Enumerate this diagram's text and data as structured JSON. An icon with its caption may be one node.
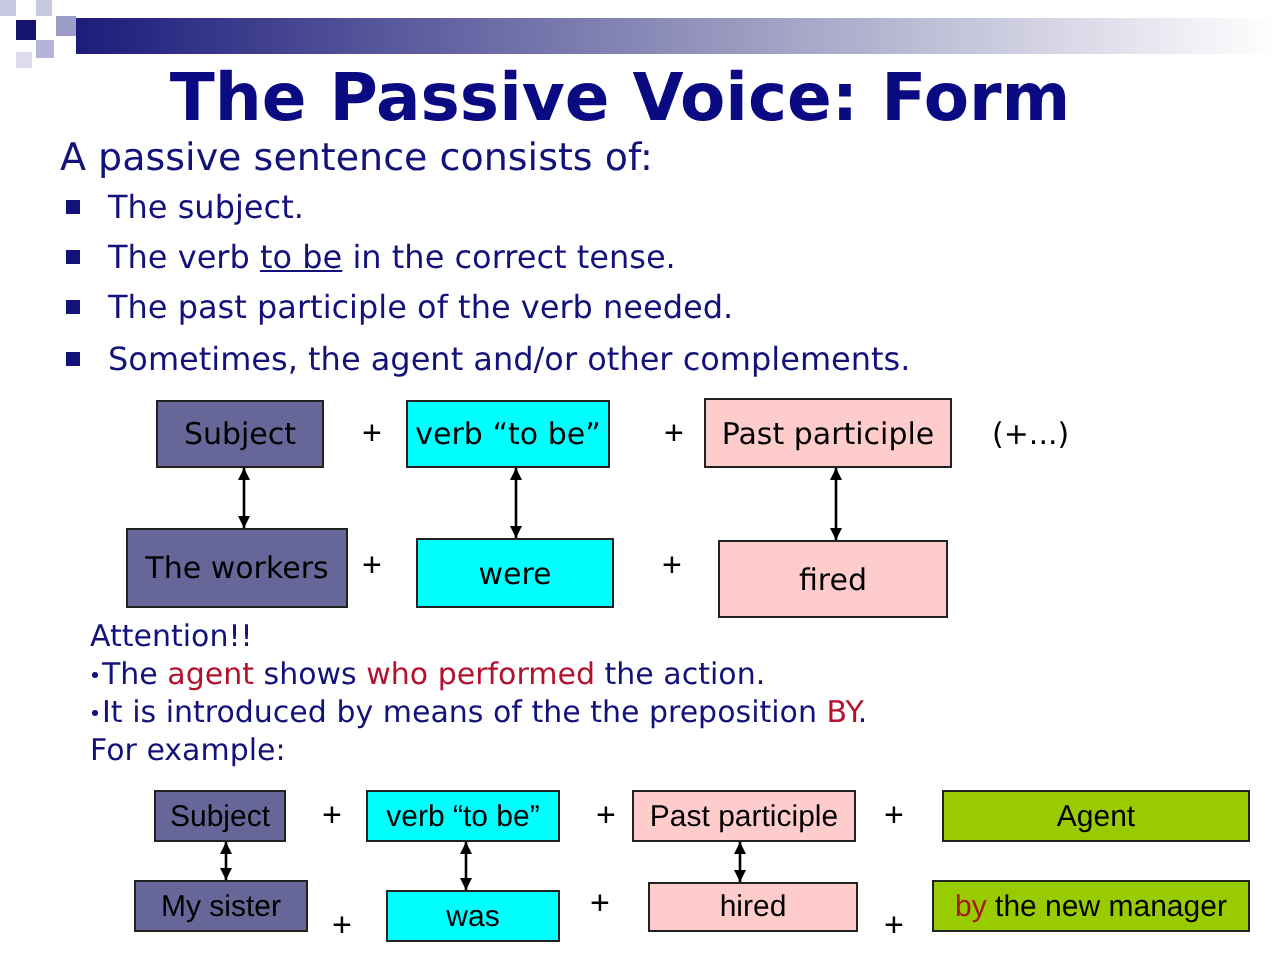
{
  "diagram": {
    "title": "The Passive Voice: Form",
    "nodes": [
      {
        "text": [
          "Subject"
        ]
      },
      {
        "text": [
          "verb “to be”"
        ]
      },
      {
        "text": [
          "Past participle"
        ]
      },
      {
        "text": [
          "The workers"
        ]
      },
      {
        "text": [
          "were"
        ]
      },
      {
        "text": [
          "fired"
        ]
      },
      {
        "text": [
          "Subject"
        ]
      },
      {
        "text": [
          "verb “to be”"
        ]
      },
      {
        "text": [
          "Past participle"
        ]
      },
      {
        "text": [
          "Agent"
        ]
      },
      {
        "text": [
          "My sister"
        ]
      },
      {
        "text": [
          "was"
        ]
      },
      {
        "text": [
          "hired"
        ]
      },
      {
        "text": [
          "*by* the new manager"
        ]
      }
    ],
    "edges": [
      {
        "from": 0,
        "to": 3,
        "arrow": "both"
      },
      {
        "from": 1,
        "to": 4,
        "arrow": "both"
      },
      {
        "from": 2,
        "to": 5,
        "arrow": "both"
      },
      {
        "from": 6,
        "to": 10,
        "arrow": "both"
      },
      {
        "from": 7,
        "to": 11,
        "arrow": "both"
      },
      {
        "from": 8,
        "to": 12,
        "arrow": "both"
      }
    ],
    "labels": [
      "A passive sentence consists of:",
      "The subject.",
      "The verb *to be* in the correct tense.",
      "The past participle of the verb needed.",
      "Sometimes, the agent and/or other complements.",
      "+",
      "+",
      "(+...)",
      "+",
      "+",
      "Attention!!",
      "The *agent* shows *who performed* the action.",
      "It is introduced by means of the the preposition *BY*.",
      "For example:",
      "+",
      "+",
      "+",
      "+",
      "+",
      "+"
    ]
  }
}
